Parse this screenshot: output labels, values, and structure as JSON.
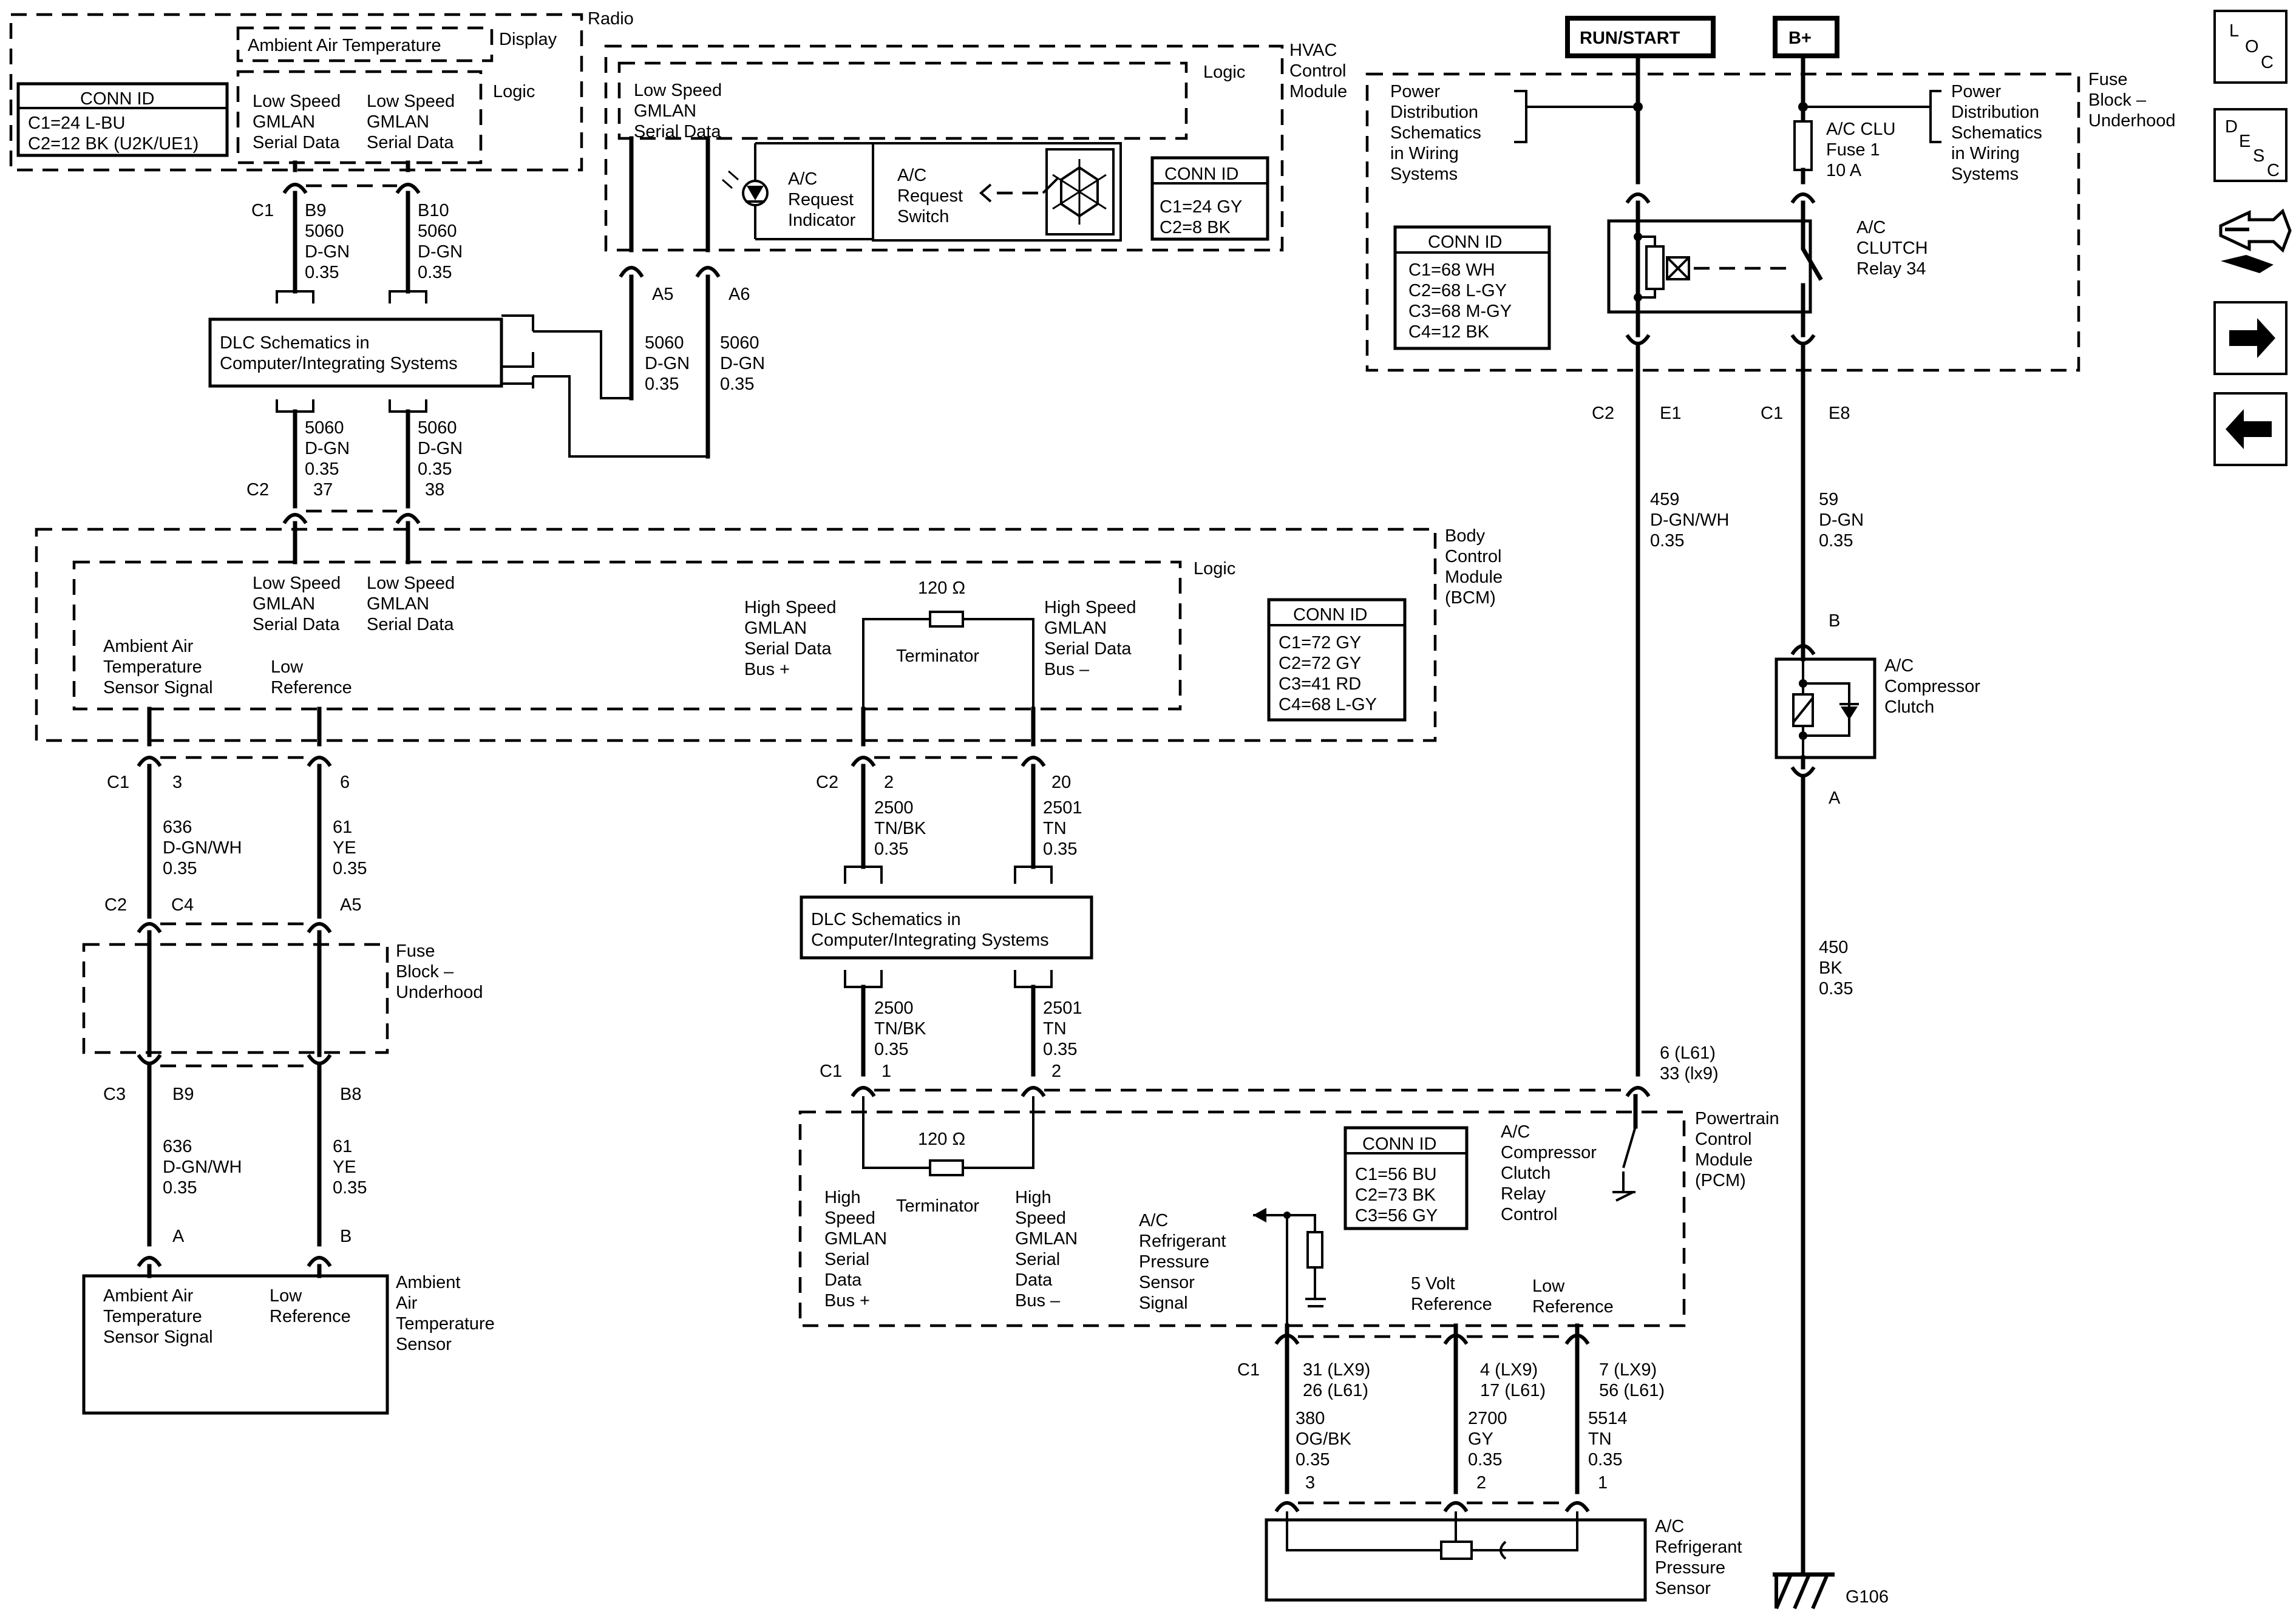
{
  "nav": {
    "loc": [
      "L",
      "O",
      "C"
    ],
    "desc": [
      "D",
      "E",
      "S",
      "C"
    ]
  },
  "top": {
    "run_start": "RUN/START",
    "bplus": "B+"
  },
  "radio": {
    "title": "Radio",
    "display": "Display",
    "ambient": "Ambient Air Temperature",
    "logic": "Logic",
    "conn_title": "CONN ID",
    "conn_c1": "C1=24 L-BU",
    "conn_c2": "C2=12 BK (U2K/UE1)",
    "lsg1": [
      "Low Speed",
      "GMLAN",
      "Serial Data"
    ],
    "lsg2": [
      "Low Speed",
      "GMLAN",
      "Serial Data"
    ],
    "c1": "C1",
    "pin_b9": "B9",
    "pin_b10": "B10",
    "w1": [
      "5060",
      "D-GN",
      "0.35"
    ],
    "w2": [
      "5060",
      "D-GN",
      "0.35"
    ]
  },
  "hvac": {
    "title": [
      "HVAC",
      "Control",
      "Module"
    ],
    "logic": "Logic",
    "lsg": [
      "Low Speed",
      "GMLAN",
      "Serial Data"
    ],
    "indicator": [
      "A/C",
      "Request",
      "Indicator"
    ],
    "switch": [
      "A/C",
      "Request",
      "Switch"
    ],
    "conn_title": "CONN ID",
    "conn_c1": "C1=24 GY",
    "conn_c2": "C2=8 BK",
    "pin_a5": "A5",
    "pin_a6": "A6",
    "w1": [
      "5060",
      "D-GN",
      "0.35"
    ],
    "w2": [
      "5060",
      "D-GN",
      "0.35"
    ]
  },
  "dlc1": {
    "label": [
      "DLC Schematics in",
      "Computer/Integrating Systems"
    ],
    "w1": [
      "5060",
      "D-GN",
      "0.35",
      "37"
    ],
    "w2": [
      "5060",
      "D-GN",
      "0.35",
      "38"
    ],
    "c2": "C2"
  },
  "bcm": {
    "title": [
      "Body",
      "Control",
      "Module",
      "(BCM)"
    ],
    "logic": "Logic",
    "lsg1": [
      "Low Speed",
      "GMLAN",
      "Serial Data"
    ],
    "lsg2": [
      "Low Speed",
      "GMLAN",
      "Serial Data"
    ],
    "ambient": [
      "Ambient Air",
      "Temperature",
      "Sensor Signal"
    ],
    "lowref": [
      "Low",
      "Reference"
    ],
    "hsg_plus": [
      "High Speed",
      "GMLAN",
      "Serial Data",
      "Bus +"
    ],
    "hsg_minus": [
      "High Speed",
      "GMLAN",
      "Serial Data",
      "Bus –"
    ],
    "ohm": "120 Ω",
    "terminator": "Terminator",
    "conn_title": "CONN ID",
    "conn": [
      "C1=72 GY",
      "C2=72 GY",
      "C3=41 RD",
      "C4=68 L-GY"
    ]
  },
  "left": {
    "c1": "C1",
    "p3": "3",
    "p6": "6",
    "w636": [
      "636",
      "D-GN/WH",
      "0.35"
    ],
    "w61": [
      "61",
      "YE",
      "0.35"
    ],
    "c2": "C2",
    "c4": "C4",
    "a5": "A5",
    "fuseblock": [
      "Fuse",
      "Block –",
      "Underhood"
    ],
    "c3": "C3",
    "b9": "B9",
    "b8": "B8",
    "w636b": [
      "636",
      "D-GN/WH",
      "0.35"
    ],
    "w61b": [
      "61",
      "YE",
      "0.35"
    ],
    "pa": "A",
    "pb": "B",
    "sensor_sig": [
      "Ambient Air",
      "Temperature",
      "Sensor Signal"
    ],
    "sensor_ref": [
      "Low",
      "Reference"
    ],
    "sensor_title": [
      "Ambient",
      "Air",
      "Temperature",
      "Sensor"
    ]
  },
  "mid": {
    "c2": "C2",
    "p2": "2",
    "p20": "20",
    "w2500": [
      "2500",
      "TN/BK",
      "0.35"
    ],
    "w2501": [
      "2501",
      "TN",
      "0.35"
    ],
    "dlc": [
      "DLC Schematics in",
      "Computer/Integrating Systems"
    ],
    "w2500b": [
      "2500",
      "TN/BK",
      "0.35"
    ],
    "w2501b": [
      "2501",
      "TN",
      "0.35"
    ],
    "c1": "C1",
    "p1": "1",
    "p2b": "2"
  },
  "pcm": {
    "title": [
      "Powertrain",
      "Control",
      "Module",
      "(PCM)"
    ],
    "ohm": "120 Ω",
    "terminator": "Terminator",
    "hs_plus": [
      "High",
      "Speed",
      "GMLAN",
      "Serial",
      "Data",
      "Bus +"
    ],
    "hs_minus": [
      "High",
      "Speed",
      "GMLAN",
      "Serial",
      "Data",
      "Bus –"
    ],
    "conn_title": "CONN ID",
    "conn": [
      "C1=56 BU",
      "C2=73 BK",
      "C3=56 GY"
    ],
    "relay_ctrl": [
      "A/C",
      "Compressor",
      "Clutch",
      "Relay",
      "Control"
    ],
    "pressure_sig": [
      "A/C",
      "Refrigerant",
      "Pressure",
      "Sensor",
      "Signal"
    ],
    "fivev": [
      "5 Volt",
      "Reference"
    ],
    "lowref": [
      "Low",
      "Reference"
    ],
    "c1": "C1",
    "p31": [
      "31 (LX9)",
      "26 (L61)"
    ],
    "p4": [
      "4 (LX9)",
      "17 (L61)"
    ],
    "p7": [
      "7 (LX9)",
      "56 (L61)"
    ],
    "w380": [
      "380",
      "OG/BK",
      "0.35"
    ],
    "w2700": [
      "2700",
      "GY",
      "0.35"
    ],
    "w5514": [
      "5514",
      "TN",
      "0.35"
    ],
    "s3": "3",
    "s2": "2",
    "s1": "1",
    "sensor": [
      "A/C",
      "Refrigerant",
      "Pressure",
      "Sensor"
    ],
    "p6l61": [
      "6 (L61)",
      "33 (lx9)"
    ]
  },
  "right": {
    "pdist1": [
      "Power",
      "Distribution",
      "Schematics",
      "in Wiring",
      "Systems"
    ],
    "pdist2": [
      "Power",
      "Distribution",
      "Schematics",
      "in Wiring",
      "Systems"
    ],
    "fuseblock": [
      "Fuse",
      "Block –",
      "Underhood"
    ],
    "fuse": [
      "A/C CLU",
      "Fuse 1",
      "10 A"
    ],
    "relay": [
      "A/C",
      "CLUTCH",
      "Relay 34"
    ],
    "conn_title": "CONN ID",
    "conn": [
      "C1=68 WH",
      "C2=68 L-GY",
      "C3=68 M-GY",
      "C4=12 BK"
    ],
    "c2": "C2",
    "e1": "E1",
    "c1": "C1",
    "e8": "E8",
    "w459": [
      "459",
      "D-GN/WH",
      "0.35"
    ],
    "w59": [
      "59",
      "D-GN",
      "0.35"
    ],
    "pb": "B",
    "clutch": [
      "A/C",
      "Compressor",
      "Clutch"
    ],
    "pa": "A",
    "w450": [
      "450",
      "BK",
      "0.35"
    ],
    "ground": "G106"
  }
}
